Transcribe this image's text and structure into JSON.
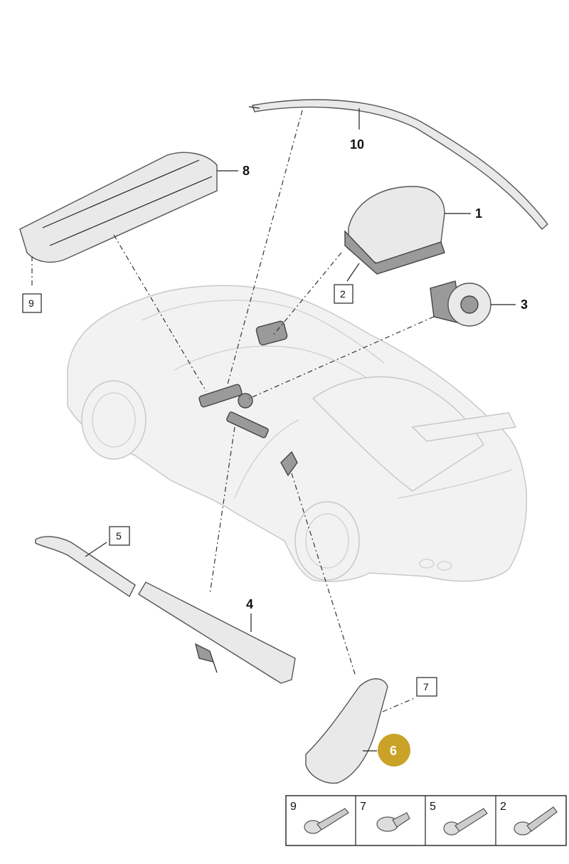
{
  "callouts": {
    "c1": "1",
    "c2": "2",
    "c3": "3",
    "c4": "4",
    "c5": "5",
    "c6": "6",
    "c7": "7",
    "c8": "8",
    "c9": "9",
    "c10": "10"
  },
  "hardware_table": [
    {
      "label": "9"
    },
    {
      "label": "7"
    },
    {
      "label": "5"
    },
    {
      "label": "2"
    }
  ],
  "colors": {
    "highlight": "#c9a227",
    "line": "#222222",
    "part": "#e9e9e9"
  }
}
